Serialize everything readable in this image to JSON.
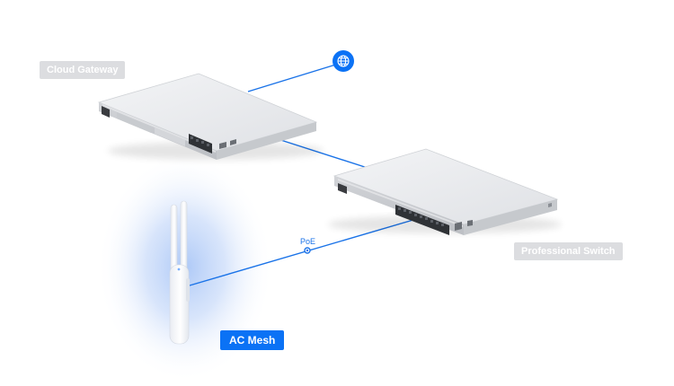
{
  "labels": {
    "cloud_gateway": "Cloud Gateway",
    "professional_switch": "Professional Switch",
    "ac_mesh": "AC Mesh",
    "poe": "PoE"
  },
  "icons": {
    "internet": "globe-icon"
  },
  "colors": {
    "link": "#1a73e8",
    "accent": "#0b72f5",
    "label_bg": "#dcdde0",
    "glow": "#6a9cf0"
  }
}
